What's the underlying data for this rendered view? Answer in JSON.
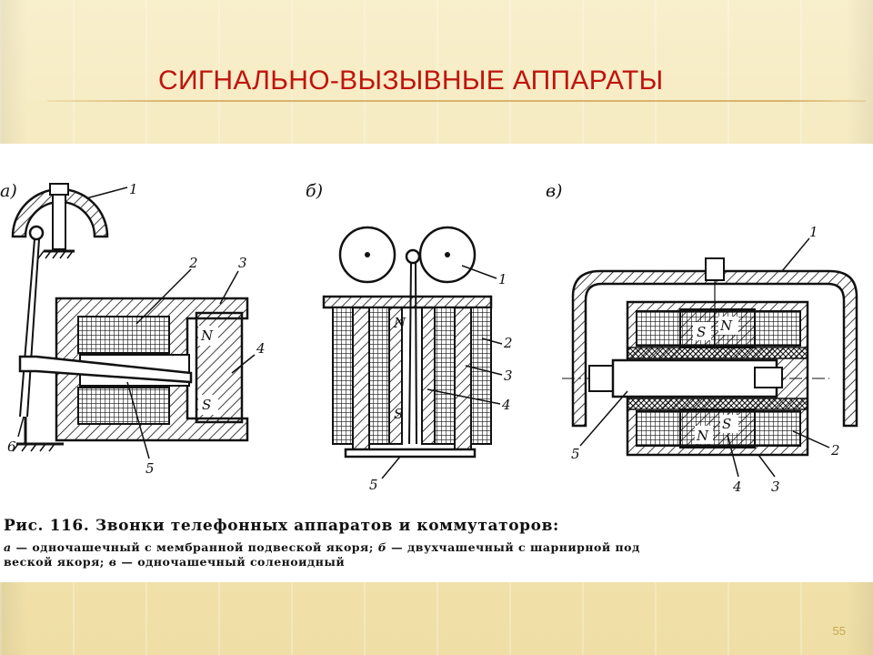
{
  "slide": {
    "title": "СИГНАЛЬНО-ВЫЗЫВНЫЕ АППАРАТЫ",
    "page_number": "55"
  },
  "figure": {
    "panels": [
      {
        "letter": "а)",
        "labels": [
          "1",
          "2",
          "3",
          "N",
          "4",
          "S",
          "6",
          "5"
        ]
      },
      {
        "letter": "б)",
        "labels": [
          "1",
          "N",
          "2",
          "3",
          "S",
          "4",
          "5"
        ]
      },
      {
        "letter": "в)",
        "labels": [
          "1",
          "S",
          "N",
          "5",
          "N",
          "S",
          "2",
          "4",
          "3"
        ]
      }
    ],
    "caption_main": "Рис. 116. Звонки телефонных аппаратов и коммутаторов:",
    "caption_sub_a_key": "а",
    "caption_sub_a": " — одночашечный с мембранной подвеской якоря; ",
    "caption_sub_b_key": "б",
    "caption_sub_b": " — двухчашечный с шарнирной под",
    "caption_sub_line2": "веской якоря; ",
    "caption_sub_c_key": "в",
    "caption_sub_c": " — одночашечный соленоидный"
  }
}
